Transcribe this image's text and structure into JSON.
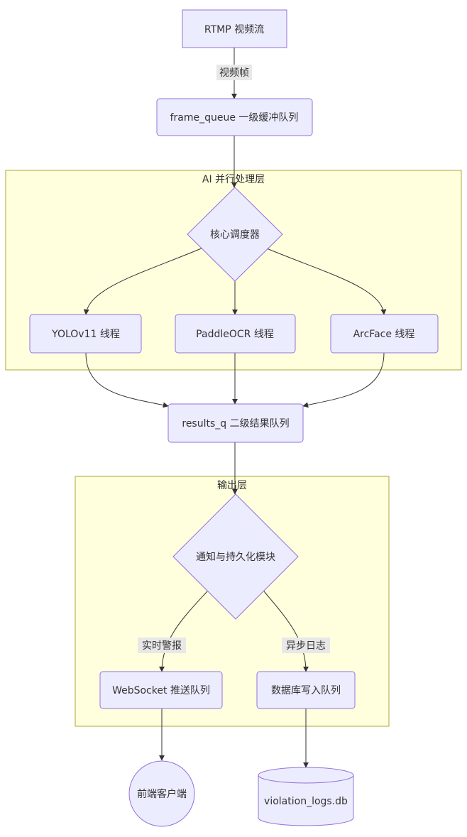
{
  "nodes": {
    "rtmp": "RTMP 视频流",
    "frame_queue": "frame_queue 一级缓冲队列",
    "scheduler": "核心调度器",
    "yolo": "YOLOv11 线程",
    "ocr": "PaddleOCR 线程",
    "arcface": "ArcFace 线程",
    "results_q": "results_q 二级结果队列",
    "notify": "通知与持久化模块",
    "websocket": "WebSocket 推送队列",
    "db_queue": "数据库写入队列",
    "frontend": "前端客户端",
    "db": "violation_logs.db"
  },
  "clusters": {
    "ai": "AI 并行处理层",
    "output": "输出层"
  },
  "edge_labels": {
    "video_frame": "视频帧",
    "realtime_alert": "实时警报",
    "async_log": "异步日志"
  },
  "colors": {
    "node_fill": "#ECECFF",
    "node_stroke": "#9370DB",
    "cluster_fill": "#FFFFDE",
    "cluster_stroke": "#AAAA33",
    "edge": "#333333"
  }
}
